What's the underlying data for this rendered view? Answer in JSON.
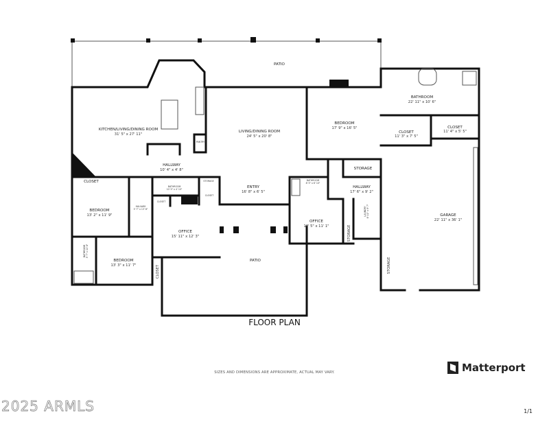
{
  "plan": {
    "title": "FLOOR PLAN",
    "rooms": {
      "patio_top": {
        "name": "PATIO"
      },
      "kitchen": {
        "name": "KITCHEN/LIVING/DINING ROOM",
        "dims": "31' 5\" x 27' 11\""
      },
      "pantry": {
        "name": "PANTRY"
      },
      "living": {
        "name": "LIVING/DINING ROOM",
        "dims": "24' 5\" x 20' 8\""
      },
      "master_bedroom": {
        "name": "BEDROOM",
        "dims": "17' 9\" x 16' 5\""
      },
      "master_bath": {
        "name": "BATHROOM",
        "dims": "22' 11\" x 10' 6\""
      },
      "closet_a": {
        "name": "CLOSET",
        "dims": "11' 3\" x 7' 5\""
      },
      "closet_b": {
        "name": "CLOSET",
        "dims": "11' 4\" x 5' 5\""
      },
      "storage_mid": {
        "name": "STORAGE"
      },
      "hallway_center": {
        "name": "HALLWAY",
        "dims": "10' 4\" x 4' 8\""
      },
      "closet_left": {
        "name": "CLOSET"
      },
      "bathroom_center": {
        "name": "BATHROOM",
        "dims": "10' 9\" x 4' 10\""
      },
      "storage_small": {
        "name": "STORAGE"
      },
      "closet_small1": {
        "name": "CLOSET"
      },
      "closet_small2": {
        "name": "CLOSET"
      },
      "entry": {
        "name": "ENTRY",
        "dims": "16' 8\" x 6' 5\""
      },
      "bathroom_right": {
        "name": "BATHROOM",
        "dims": "8' 5\" x 6' 10\""
      },
      "hallway_right": {
        "name": "HALLWAY",
        "dims": "17' 6\" x 9' 2\""
      },
      "garage": {
        "name": "GARAGE",
        "dims": "22' 11\" x 36' 1\""
      },
      "bedroom_left": {
        "name": "BEDROOM",
        "dims": "13' 2\" x 11' 9\""
      },
      "hallway_left": {
        "name": "HALLWAY",
        "dims": "5' 7\" x 13' 8\""
      },
      "office_mid": {
        "name": "OFFICE",
        "dims": "15' 11\" x 12' 3\""
      },
      "office_right": {
        "name": "OFFICE",
        "dims": "12' 5\" x 11' 1\""
      },
      "laundry": {
        "name": "LAUNDRY",
        "dims": "6' 11\" x 9' 7\""
      },
      "storage_laundry": {
        "name": "STORAGE"
      },
      "storage_garage": {
        "name": "STORAGE"
      },
      "bathroom_left": {
        "name": "BATHROOM",
        "dims": "5' 7\" x 11' 6\""
      },
      "bedroom_bottom": {
        "name": "BEDROOM",
        "dims": "13' 3\" x 11' 7\""
      },
      "closet_bottom": {
        "name": "CLOSET"
      },
      "patio_bottom": {
        "name": "PATIO"
      }
    }
  },
  "footer": {
    "disclaimer": "SIZES AND DIMENSIONS ARE APPROXIMATE, ACTUAL MAY VARY.",
    "brand": "Matterport",
    "watermark": "2025 ARMLS",
    "page": "1/1"
  }
}
